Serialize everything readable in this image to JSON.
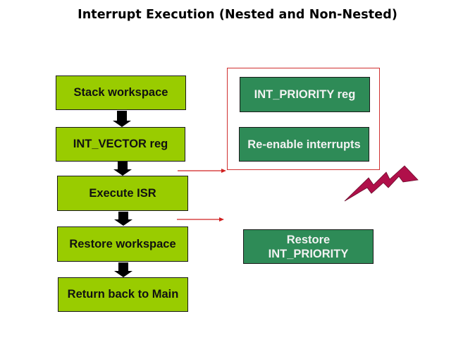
{
  "title": "Interrupt Execution (Nested and Non-Nested)",
  "flow": {
    "steps": [
      {
        "label": "Stack workspace"
      },
      {
        "label": "INT_VECTOR reg"
      },
      {
        "label": "Execute ISR"
      },
      {
        "label": "Restore workspace"
      },
      {
        "label": "Return back to Main"
      }
    ]
  },
  "nested": {
    "steps": [
      {
        "label": "INT_PRIORITY reg"
      },
      {
        "label": "Re-enable interrupts"
      }
    ],
    "restore": {
      "line1": "Restore",
      "line2": "INT_PRIORITY"
    }
  },
  "colors": {
    "flow_box": "#99cc00",
    "nested_box": "#2e8b57",
    "frame": "#d03030",
    "lightning": "#b0104a"
  },
  "icons": {
    "lightning": "lightning-bolt-icon"
  }
}
